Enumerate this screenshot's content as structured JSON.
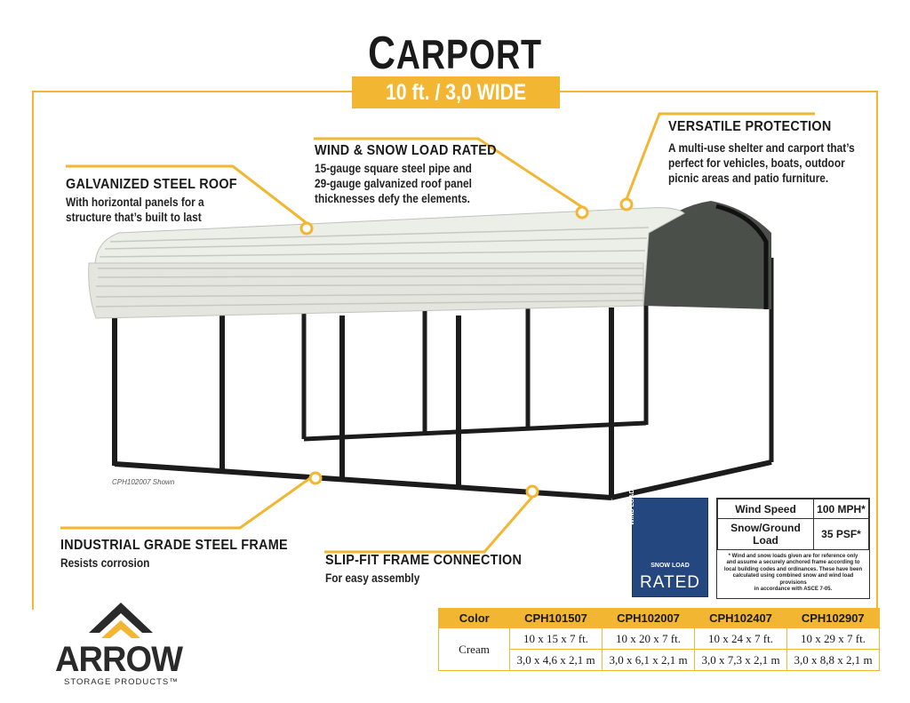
{
  "title": "Carport",
  "title_initial": "C",
  "title_rest": "ARPORT",
  "subtitle": "10 ft. / 3,0 WIDE",
  "callouts": {
    "roof": {
      "title": "GALVANIZED STEEL ROOF",
      "line1": "With horizontal panels for a",
      "line2": "structure that’s built to last"
    },
    "wind": {
      "title": "WIND & SNOW LOAD RATED",
      "line1": "15-gauge square steel pipe and",
      "line2": "29-gauge galvanized roof panel",
      "line3": "thicknesses defy the elements."
    },
    "versatile": {
      "title": "VERSATILE PROTECTION",
      "line1": "A multi-use shelter and carport that’s",
      "line2": "perfect for vehicles, boats, outdoor",
      "line3": "picnic areas and patio furniture."
    },
    "frame": {
      "title": "INDUSTRIAL GRADE STEEL FRAME",
      "line1": "Resists corrosion"
    },
    "slipfit": {
      "title": "SLIP-FIT FRAME CONNECTION",
      "line1": "For easy assembly"
    }
  },
  "shown_caption": "CPH102007 Shown",
  "badge": {
    "wind_load": "WIND LOAD",
    "snow_load": "SNOW LOAD",
    "rated": "RATED"
  },
  "load_table": {
    "wind_label": "Wind Speed",
    "wind_value": "100 MPH*",
    "snow_label_1": "Snow/Ground",
    "snow_label_2": "Load",
    "snow_value": "35 PSF*",
    "note_1": "* Wind and snow loads given are for reference only",
    "note_2": "and assume a securely anchored frame according to",
    "note_3": "local building codes and ordinances. These have been",
    "note_4": "calculated using combined snow and wind load provisions",
    "note_5": "in accordance with ASCE 7-05."
  },
  "spec_table": {
    "headers": [
      "Color",
      "CPH101507",
      "CPH102007",
      "CPH102407",
      "CPH102907"
    ],
    "color_value": "Cream",
    "imperial": [
      "10 x 15 x 7 ft.",
      "10 x 20 x 7 ft.",
      "10 x 24 x 7 ft.",
      "10 x 29 x 7 ft."
    ],
    "metric": [
      "3,0 x 4,6 x 2,1 m",
      "3,0 x 6,1 x 2,1 m",
      "3,0 x 7,3 x 2,1 m",
      "3,0 x 8,8 x 2,1 m"
    ]
  },
  "logo": {
    "name": "ARROW",
    "sub": "STORAGE PRODUCTS™"
  },
  "colors": {
    "accent": "#f2b632",
    "badge_blue": "#24477f",
    "frame": "#1c1c1c",
    "roof": "#e9e9e4"
  }
}
